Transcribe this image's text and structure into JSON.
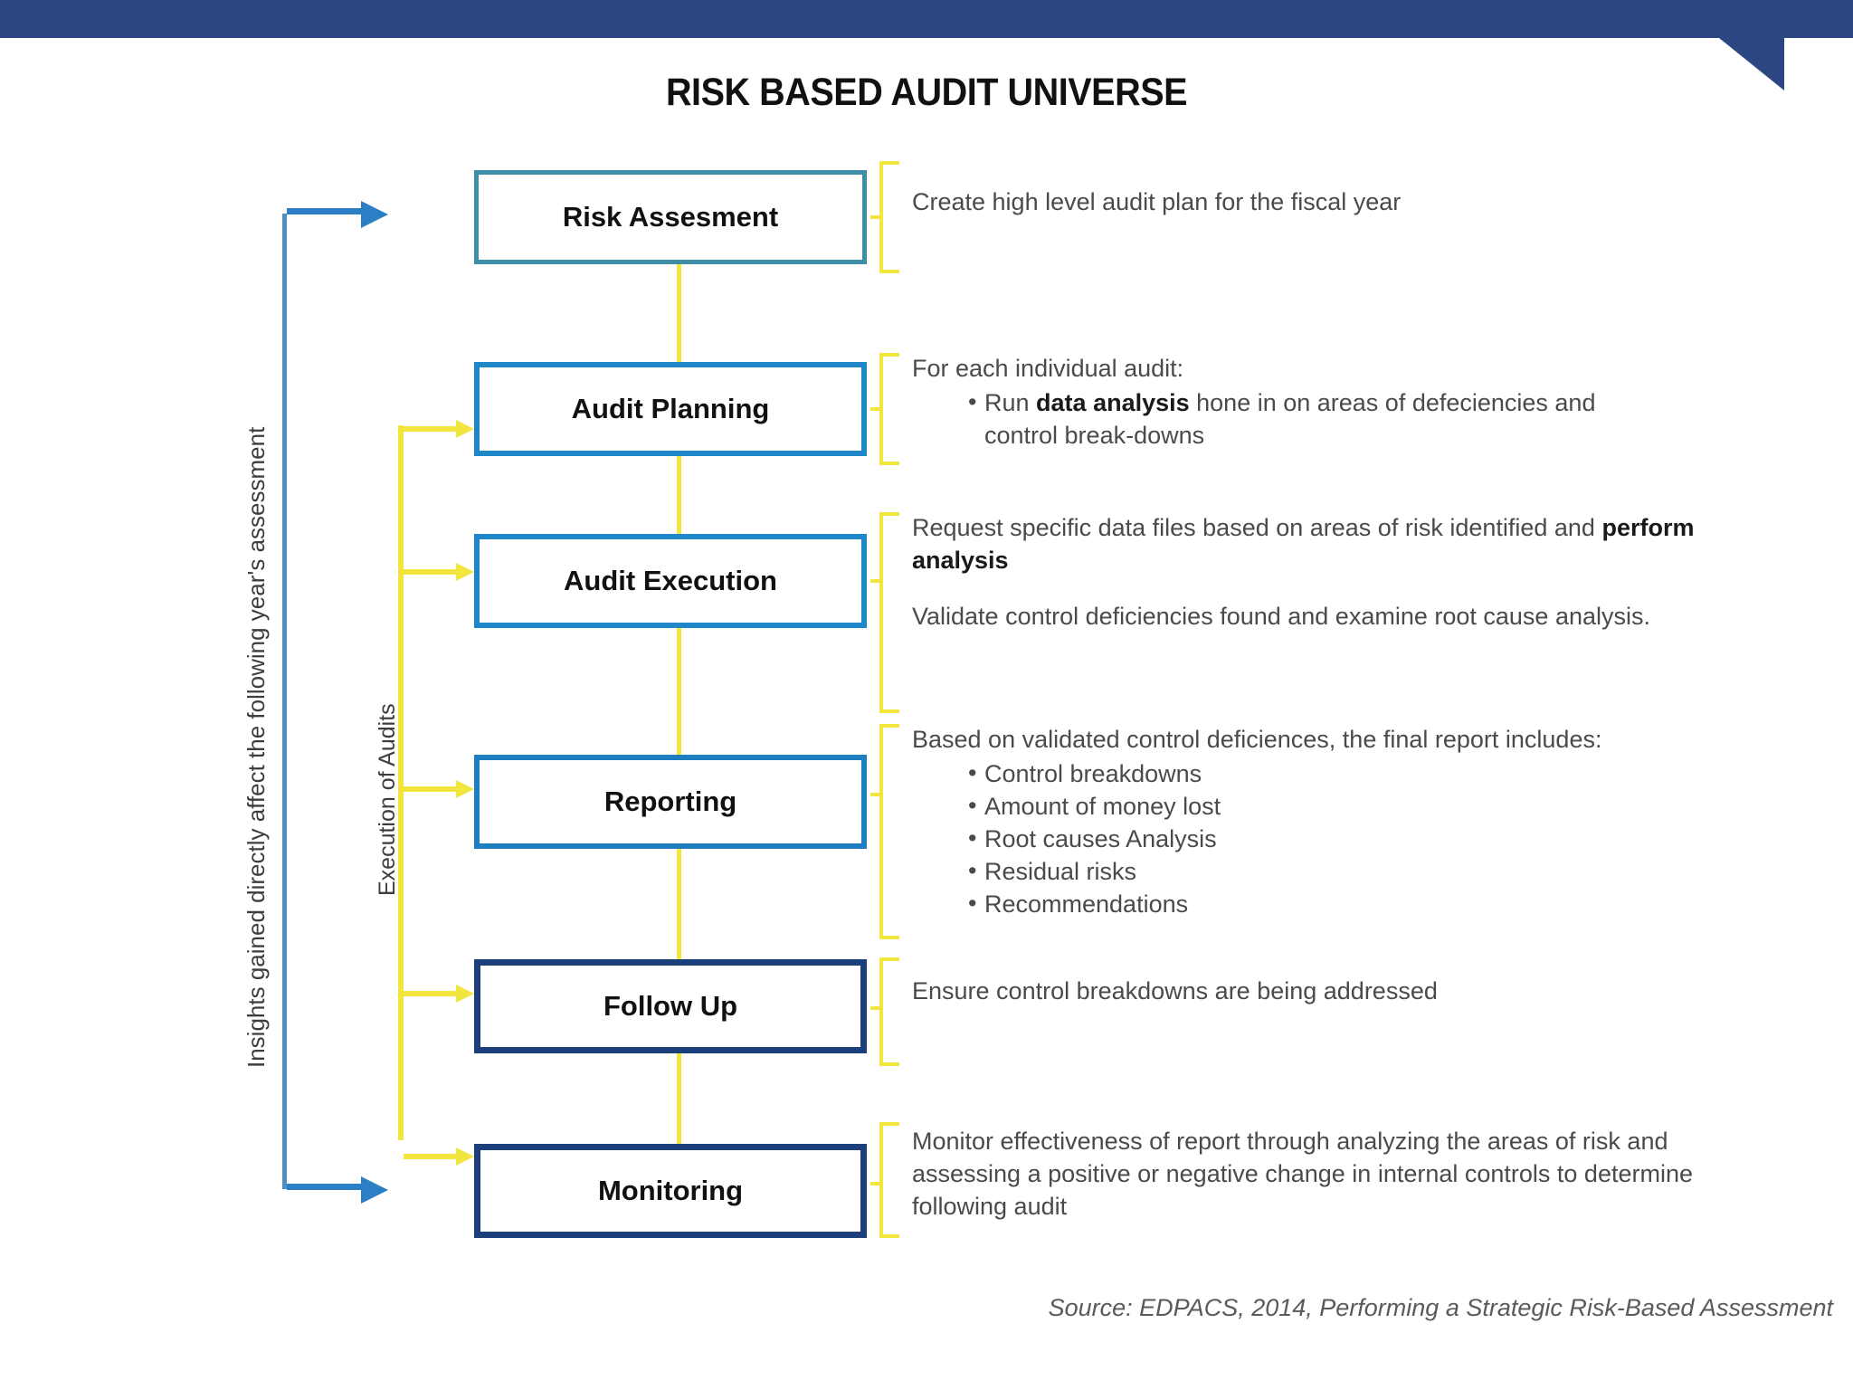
{
  "header": {
    "bar_color": "#2b4680",
    "title": "RISK BASED AUDIT UNIVERSE"
  },
  "side_labels": {
    "outer_loop": "Insights gained directly affect the following year's assessment",
    "inner_loop": "Execution of Audits"
  },
  "colors": {
    "navy": "#2b4680",
    "yellow": "#f2e53c",
    "blue_arrow": "#2b7fc4",
    "teal_border": "#3d8fa6",
    "text_gray": "#4a4a4a"
  },
  "steps": [
    {
      "id": "risk-assessment",
      "label": "Risk Assesment",
      "border_color": "#3d8fa6",
      "description_lines": [
        "Create high level audit plan for the fiscal year"
      ]
    },
    {
      "id": "audit-planning",
      "label": "Audit Planning",
      "border_color": "#1f86c8",
      "intro": "For each individual audit:",
      "bullets_rich": [
        {
          "pre": "Run ",
          "bold": "data analysis",
          "post": " hone in on areas of defeciencies and control break-downs"
        }
      ]
    },
    {
      "id": "audit-execution",
      "label": "Audit Execution",
      "border_color": "#1f86c8",
      "paragraphs_rich": [
        {
          "pre": "Request specific data files based on areas of risk identified and ",
          "bold": "perform analysis",
          "post": ""
        },
        {
          "pre": "Validate control deficiencies found and examine root cause analysis.",
          "bold": "",
          "post": ""
        }
      ]
    },
    {
      "id": "reporting",
      "label": "Reporting",
      "border_color": "#1d7fc0",
      "intro": "Based on validated control deficiences, the final report includes:",
      "bullets": [
        "Control breakdowns",
        "Amount of money lost",
        "Root causes Analysis",
        "Residual risks",
        "Recommendations"
      ]
    },
    {
      "id": "follow-up",
      "label": "Follow Up",
      "border_color": "#1b3f7a",
      "description_lines": [
        "Ensure control breakdowns are being addressed"
      ]
    },
    {
      "id": "monitoring",
      "label": "Monitoring",
      "border_color": "#1b3f7a",
      "description_lines": [
        "Monitor effectiveness of report through analyzing the areas of risk and assessing a positive or negative change in internal controls to determine following audit"
      ]
    }
  ],
  "footer": {
    "source": "Source: EDPACS, 2014, Performing a Strategic Risk-Based Assessment"
  }
}
